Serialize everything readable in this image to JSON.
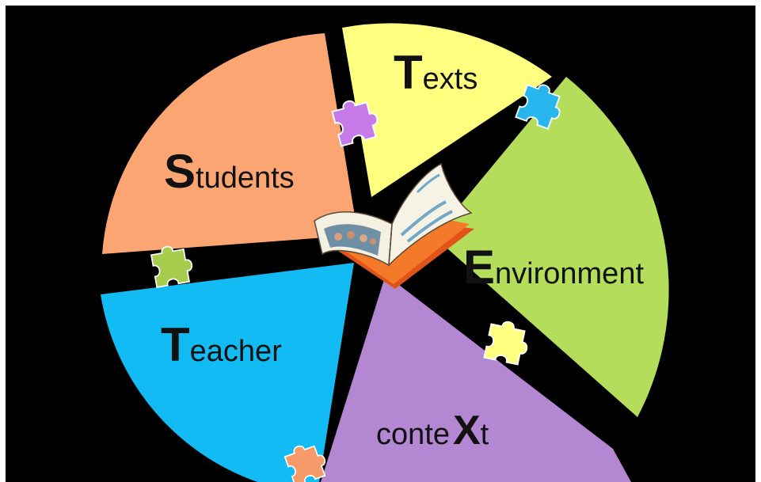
{
  "diagram": {
    "segments": [
      {
        "id": "texts",
        "initial": "T",
        "rest": "exts",
        "color": "#FFFF80"
      },
      {
        "id": "environment",
        "initial": "E",
        "rest": "nvironment",
        "color": "#B5DD5C"
      },
      {
        "id": "context",
        "prefix": "conte",
        "initial": "X",
        "rest": "t",
        "color": "#B487D2"
      },
      {
        "id": "teacher",
        "initial": "T",
        "rest": "eacher",
        "color": "#13BBF5"
      },
      {
        "id": "students",
        "initial": "S",
        "rest": "tudents",
        "color": "#FBA672"
      }
    ],
    "puzzle_colors": {
      "purple": "#C67BE8",
      "blue": "#27B6EE",
      "green": "#A6CC4E",
      "yellow": "#FFFF80",
      "orange": "#F59A68"
    },
    "center_icon": "open-book-icon"
  }
}
